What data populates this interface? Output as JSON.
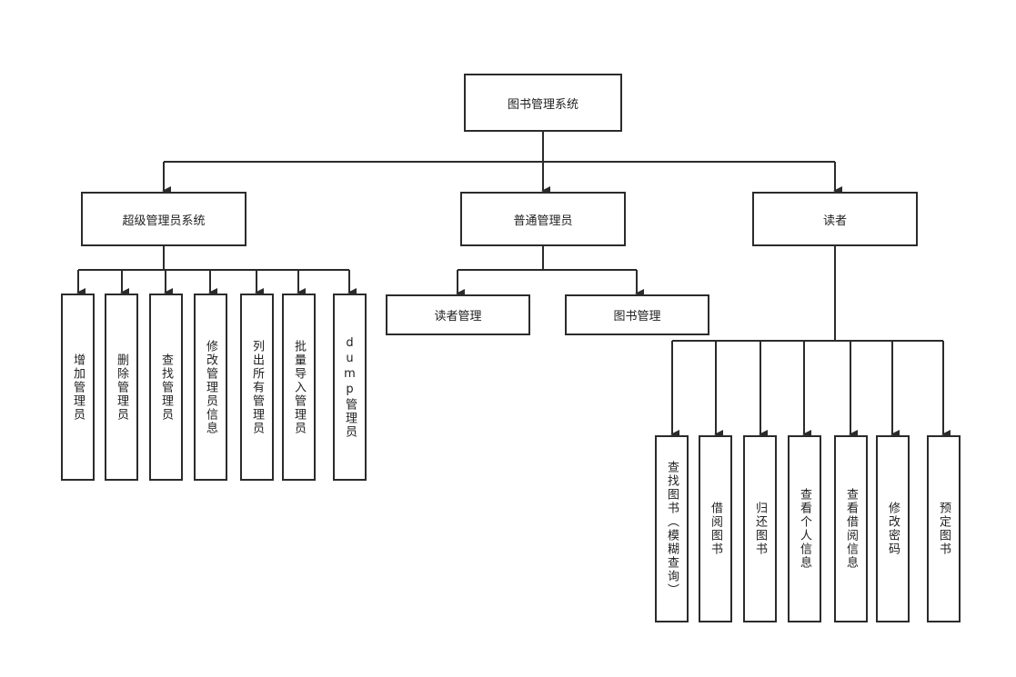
{
  "diagram": {
    "root": "图书管理系统",
    "level1": {
      "super_admin": "超级管理员系统",
      "admin": "普通管理员",
      "reader": "读者"
    },
    "super_admin_children": [
      "增加管理员",
      "删除管理员",
      "查找管理员",
      "修改管理员信息",
      "列出所有管理员",
      "批量导入管理员",
      "dump管理员"
    ],
    "admin_children": [
      "读者管理",
      "图书管理"
    ],
    "reader_children": [
      "查找图书（模糊查询）",
      "借阅图书",
      "归还图书",
      "查看个人信息",
      "查看借阅信息",
      "修改密码",
      "预定图书"
    ]
  }
}
